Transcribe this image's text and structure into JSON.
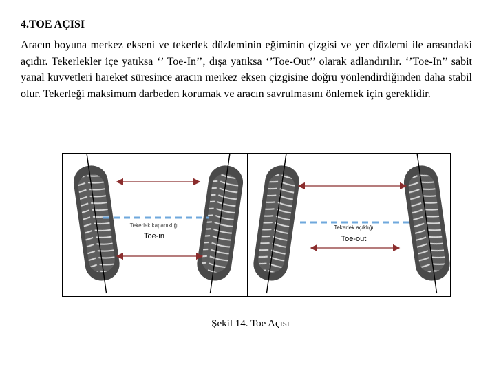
{
  "heading": "4.TOE AÇISI",
  "paragraph": " Aracın boyuna merkez ekseni ve  tekerlek düzleminin eğiminin çizgisi ve yer düzlemi ile arasındaki açıdır. Tekerlekler içe yatıksa ‘’ Toe-In’’, dışa yatıksa ‘’Toe-Out’’ olarak adlandırılır. ‘’Toe-In’’ sabit yanal kuvvetleri hareket süresince aracın merkez eksen çizgisine doğru yönlendirdiğinden daha stabil olur. Tekerleği maksimum darbeden korumak ve aracın savrulmasını önlemek için gereklidir.",
  "figure": {
    "left_panel": {
      "label_small": "Tekerlek kapanıklığı",
      "label_main": "Toe-in"
    },
    "right_panel": {
      "label_small": "Tekerlek  açıklığı",
      "label_main": "Toe-out"
    },
    "colors": {
      "tire": "#6b6b6b",
      "tread": "#cfcfcf",
      "axis": "#6fa8dc",
      "arrow": "#8b2d2d"
    }
  },
  "caption": "Şekil 14.  Toe Açısı"
}
